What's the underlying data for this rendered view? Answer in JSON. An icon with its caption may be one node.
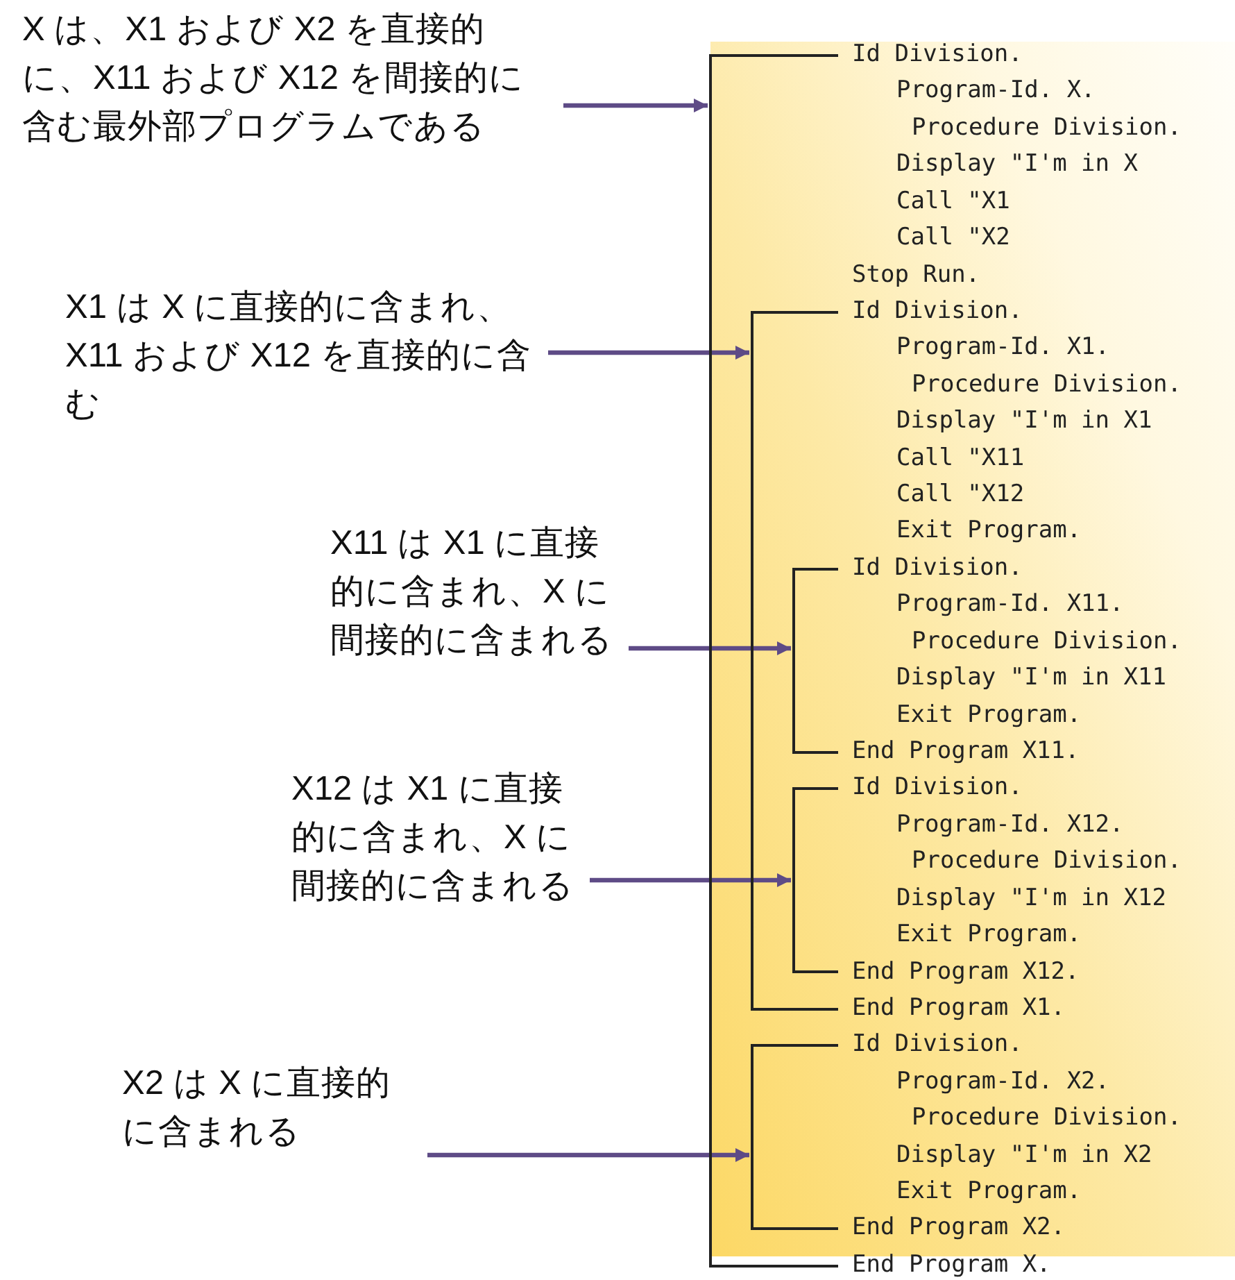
{
  "diagram": {
    "nodes": [
      {
        "text": [
          "X は、X1 および X2 を直接的に、X11 および X12 を間接的に含む最外部プログラムである"
        ]
      },
      {
        "text": [
          "X1 は X に直接的に含まれ、X11 および X12 を直接的に含む"
        ]
      },
      {
        "text": [
          "X11 は X1 に直接的に含まれ、X に間接的に含まれる"
        ]
      },
      {
        "text": [
          "X12 は X1 に直接的に含まれ、X に間接的に含まれる"
        ]
      },
      {
        "text": [
          "X2 は X に直接的に含まれる"
        ]
      },
      {
        "text": [],
        "shape": "bracket"
      },
      {
        "text": [],
        "shape": "bracket",
        "in": 5
      },
      {
        "text": [],
        "shape": "bracket",
        "in": 6
      },
      {
        "text": [],
        "shape": "bracket",
        "in": 6
      },
      {
        "text": [],
        "shape": "bracket",
        "in": 5
      }
    ],
    "edges": [
      {
        "from": 0,
        "to": 5,
        "arrow": "to"
      },
      {
        "from": 1,
        "to": 6,
        "arrow": "to"
      },
      {
        "from": 2,
        "to": 7,
        "arrow": "to"
      },
      {
        "from": 3,
        "to": 8,
        "arrow": "to"
      },
      {
        "from": 4,
        "to": 9,
        "arrow": "to"
      }
    ],
    "labels": [
      "Id Division.",
      "Program-Id. X.",
      "Procedure Division.",
      "Display \"I'm in X",
      "Call \"X1",
      "Call \"X2",
      "Stop Run.",
      "Id Division.",
      "Program-Id. X1.",
      "Procedure Division.",
      "Display \"I'm in X1",
      "Call \"X11",
      "Call \"X12",
      "Exit Program.",
      "Id Division.",
      "Program-Id. X11.",
      "Procedure Division.",
      "Display \"I'm in X11",
      "Exit Program.",
      "End Program X11.",
      "Id Division.",
      "Program-Id. X12.",
      "Procedure Division.",
      "Display \"I'm in X12",
      "Exit Program.",
      "End Program X12.",
      "End Program X1.",
      "Id Division.",
      "Program-Id. X2.",
      "Procedure Division.",
      "Display \"I'm in X2",
      "Exit Program.",
      "End Program X2.",
      "End Program X."
    ]
  }
}
